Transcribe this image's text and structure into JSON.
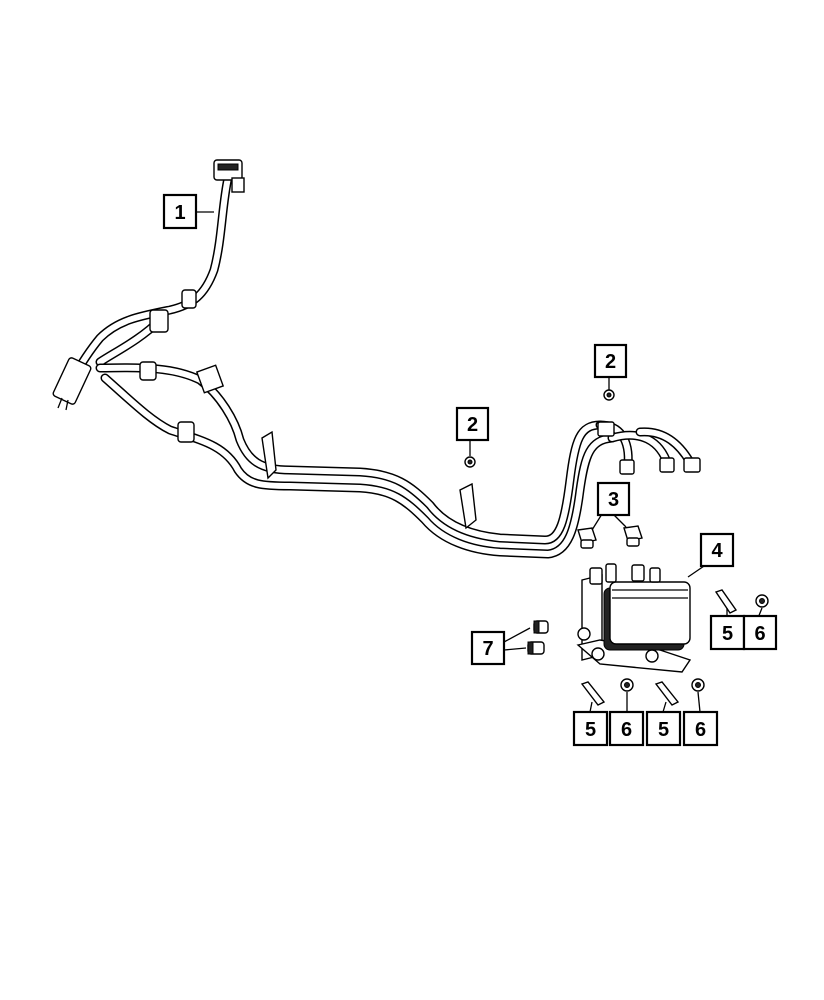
{
  "callouts": {
    "c1": "1",
    "c2a": "2",
    "c2b": "2",
    "c3": "3",
    "c4": "4",
    "c5a": "5",
    "c6a": "6",
    "c5b": "5",
    "c6b": "6",
    "c5c": "5",
    "c6c": "6",
    "c7": "7"
  },
  "colors": {
    "line": "#000000",
    "background": "#ffffff"
  }
}
